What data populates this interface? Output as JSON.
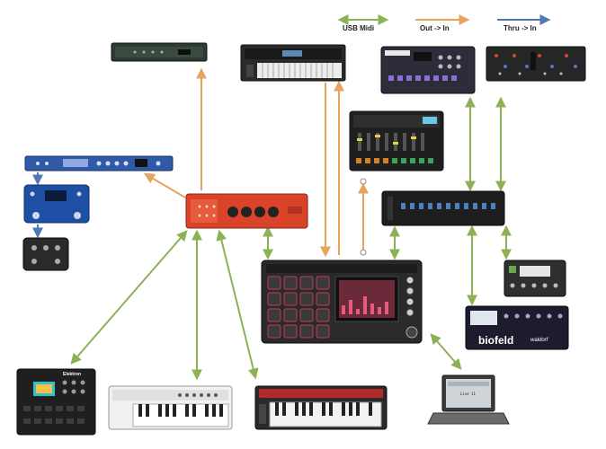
{
  "legend": {
    "usb_midi": "USB Midi",
    "out_in": "Out -> In",
    "thru_in": "Thru -> In"
  },
  "colors": {
    "usb": "#8db255",
    "out": "#e8a25c",
    "thru": "#4f79b0",
    "device_dark": "#2b2b2b",
    "interface_red": "#d9432a"
  },
  "devices": {
    "top_rack_unit": {
      "icon": "rack-module-icon"
    },
    "synth_keyboard_top": {
      "icon": "synth-keyboard-icon"
    },
    "drum_machine_top": {
      "icon": "drum-machine-icon"
    },
    "modular_synth": {
      "icon": "modular-synth-icon"
    },
    "drum_machine_mid": {
      "icon": "drum-machine-icon"
    },
    "midi_thru_box": {
      "icon": "midi-thru-box-icon"
    },
    "rack_effects": {
      "icon": "rack-effects-icon"
    },
    "pedal_multi": {
      "icon": "effects-pedal-icon"
    },
    "pedal_small": {
      "icon": "effects-pedal-icon"
    },
    "midi_interface": {
      "icon": "midi-interface-icon"
    },
    "mpc_controller": {
      "icon": "pad-sampler-icon"
    },
    "desktop_synth": {
      "icon": "desktop-synth-icon"
    },
    "biofeld_synth": {
      "icon": "desktop-synth-icon",
      "brand": "biofeld",
      "sub_brand": "waldorf"
    },
    "laptop": {
      "icon": "laptop-icon",
      "screen_text": "Live 11"
    },
    "groovebox": {
      "icon": "groovebox-icon",
      "brand": "Elektron"
    },
    "usb_keyboard": {
      "icon": "midi-keyboard-icon"
    },
    "poly_keyboard": {
      "icon": "synth-keyboard-icon"
    }
  },
  "connections": [
    {
      "from": "midi_interface",
      "to": "top_rack_unit",
      "type": "out"
    },
    {
      "from": "midi_interface",
      "to": "rack_effects",
      "type": "out"
    },
    {
      "from": "rack_effects",
      "to": "pedal_multi",
      "type": "thru"
    },
    {
      "from": "pedal_multi",
      "to": "pedal_small",
      "type": "thru"
    },
    {
      "from": "midi_interface",
      "to": "mpc_controller",
      "type": "usb"
    },
    {
      "from": "midi_interface",
      "to": "groovebox",
      "type": "usb"
    },
    {
      "from": "midi_interface",
      "to": "usb_keyboard",
      "type": "usb"
    },
    {
      "from": "midi_interface",
      "to": "poly_keyboard",
      "type": "usb"
    },
    {
      "from": "synth_keyboard_top",
      "to": "mpc_controller",
      "type": "out"
    },
    {
      "from": "mpc_controller",
      "to": "synth_keyboard_top",
      "type": "out"
    },
    {
      "from": "mpc_controller",
      "to": "drum_machine_mid",
      "type": "out"
    },
    {
      "from": "mpc_controller",
      "to": "midi_thru_box",
      "type": "usb"
    },
    {
      "from": "midi_thru_box",
      "to": "drum_machine_top",
      "type": "usb"
    },
    {
      "from": "midi_thru_box",
      "to": "modular_synth",
      "type": "usb"
    },
    {
      "from": "midi_thru_box",
      "to": "desktop_synth",
      "type": "usb"
    },
    {
      "from": "midi_thru_box",
      "to": "biofeld_synth",
      "type": "usb"
    },
    {
      "from": "mpc_controller",
      "to": "laptop",
      "type": "usb"
    }
  ]
}
